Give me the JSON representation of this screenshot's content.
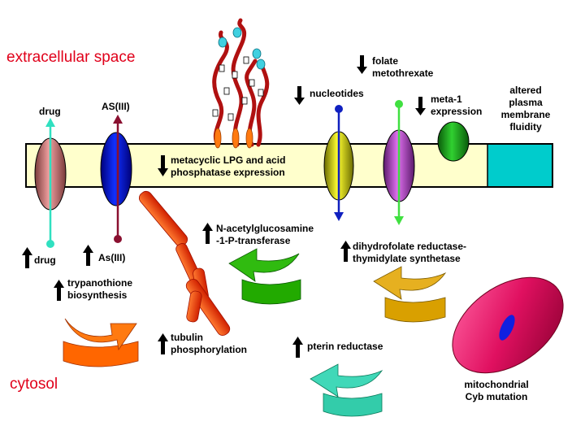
{
  "regions": {
    "extracellular": "extracellular space",
    "cytosol": "cytosol"
  },
  "labels": {
    "drug_top": "drug",
    "as3_top": "AS(III)",
    "lpg": "metacyclic LPG and acid\nphosphatase expression",
    "nucleotides": "nucleotides",
    "folate": "folate\nmetothrexate",
    "meta1": "meta-1\nexpression",
    "membrane_fluidity": "altered\nplasma\nmembrane\nfluidity",
    "drug_bottom": "drug",
    "as3_bottom": "As(III)",
    "trypanothione": "trypanothione\nbiosynthesis",
    "nacetyl": "N-acetylglucosamine\n-1-P-transferase",
    "tubulin": "tubulin\nphosphorylation",
    "dhfr": "dihydrofolate reductase-\nthymidylate synthetase",
    "pterin": "pterin reductase",
    "mito": "mitochondrial\nCyb mutation"
  },
  "colors": {
    "region_text": "#e0001a",
    "membrane": "#ffffcc",
    "drug_transporter": "#c96a6a",
    "as3_transporter": "#0a1fd0",
    "nucleotide_transporter": "#e6e600",
    "folate_transporter": "#b040c0",
    "meta1": "#16a316",
    "fluidity_block": "#00cccc",
    "tubulin": "#ff3a00",
    "trypanothione_arrow": "#ff6600",
    "nacetyl_arrow": "#22aa00",
    "dhfr_arrow": "#d9a000",
    "pterin_arrow": "#33ccaa",
    "mitochondrion": "#e01060"
  },
  "icons": [
    "up-arrow-icon",
    "down-arrow-icon",
    "curved-arrow-icon"
  ]
}
